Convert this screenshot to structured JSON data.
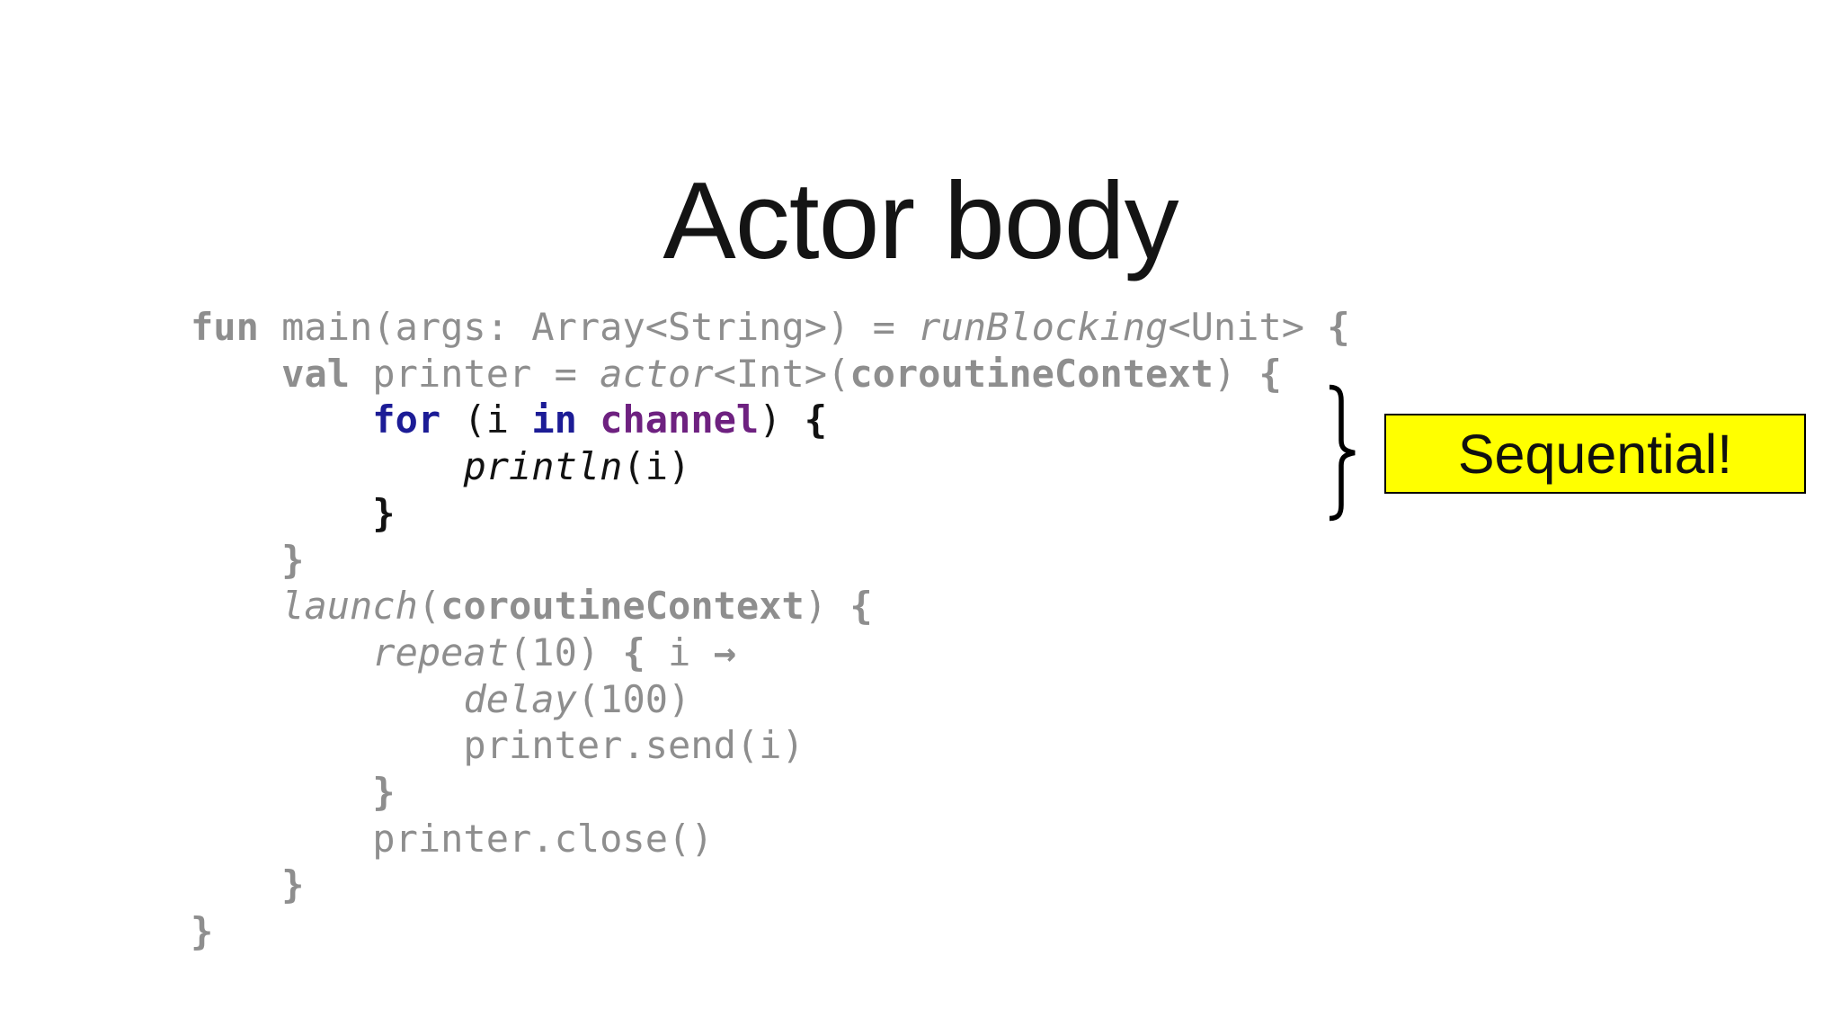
{
  "slide": {
    "title": "Actor body"
  },
  "annotation": {
    "label": "Sequential!",
    "box_bg": "#ffff00",
    "box_border": "#000000",
    "brace_color": "#000000"
  },
  "colors": {
    "gray": "#8e8e8e",
    "black": "#121212",
    "keyword": "#1c1c96",
    "property": "#6e2180"
  },
  "code": {
    "language": "kotlin",
    "lines": [
      [
        [
          "gb",
          "fun"
        ],
        [
          "g",
          " main(args: Array<String>) = "
        ],
        [
          "gi",
          "runBlocking"
        ],
        [
          "g",
          "<Unit> "
        ],
        [
          "gb",
          "{"
        ]
      ],
      [
        [
          "g",
          "    "
        ],
        [
          "gb",
          "val"
        ],
        [
          "g",
          " printer = "
        ],
        [
          "gi",
          "actor"
        ],
        [
          "g",
          "<Int>("
        ],
        [
          "gb",
          "coroutineContext"
        ],
        [
          "g",
          ") "
        ],
        [
          "gb",
          "{"
        ]
      ],
      [
        [
          "b",
          "        "
        ],
        [
          "kw",
          "for"
        ],
        [
          "b",
          " ("
        ],
        [
          "b",
          "i "
        ],
        [
          "kw",
          "in"
        ],
        [
          "b",
          " "
        ],
        [
          "prop",
          "channel"
        ],
        [
          "b",
          ") "
        ],
        [
          "bb",
          "{"
        ]
      ],
      [
        [
          "b",
          "            "
        ],
        [
          "bi",
          "println"
        ],
        [
          "b",
          "(i)"
        ]
      ],
      [
        [
          "b",
          "        "
        ],
        [
          "bb",
          "}"
        ]
      ],
      [
        [
          "g",
          "    "
        ],
        [
          "gb",
          "}"
        ]
      ],
      [
        [
          "g",
          "    "
        ],
        [
          "gi",
          "launch"
        ],
        [
          "g",
          "("
        ],
        [
          "gb",
          "coroutineContext"
        ],
        [
          "g",
          ") "
        ],
        [
          "gb",
          "{"
        ]
      ],
      [
        [
          "g",
          "        "
        ],
        [
          "gi",
          "repeat"
        ],
        [
          "g",
          "(10) "
        ],
        [
          "gb",
          "{"
        ],
        [
          "g",
          " i "
        ],
        [
          "gb",
          "→"
        ]
      ],
      [
        [
          "g",
          "            "
        ],
        [
          "gi",
          "delay"
        ],
        [
          "g",
          "(100)"
        ]
      ],
      [
        [
          "g",
          "            printer.send(i)"
        ]
      ],
      [
        [
          "g",
          "        "
        ],
        [
          "gb",
          "}"
        ]
      ],
      [
        [
          "g",
          "        printer.close()"
        ]
      ],
      [
        [
          "g",
          "    "
        ],
        [
          "gb",
          "}"
        ]
      ],
      [
        [
          "gb",
          "}"
        ]
      ]
    ]
  }
}
